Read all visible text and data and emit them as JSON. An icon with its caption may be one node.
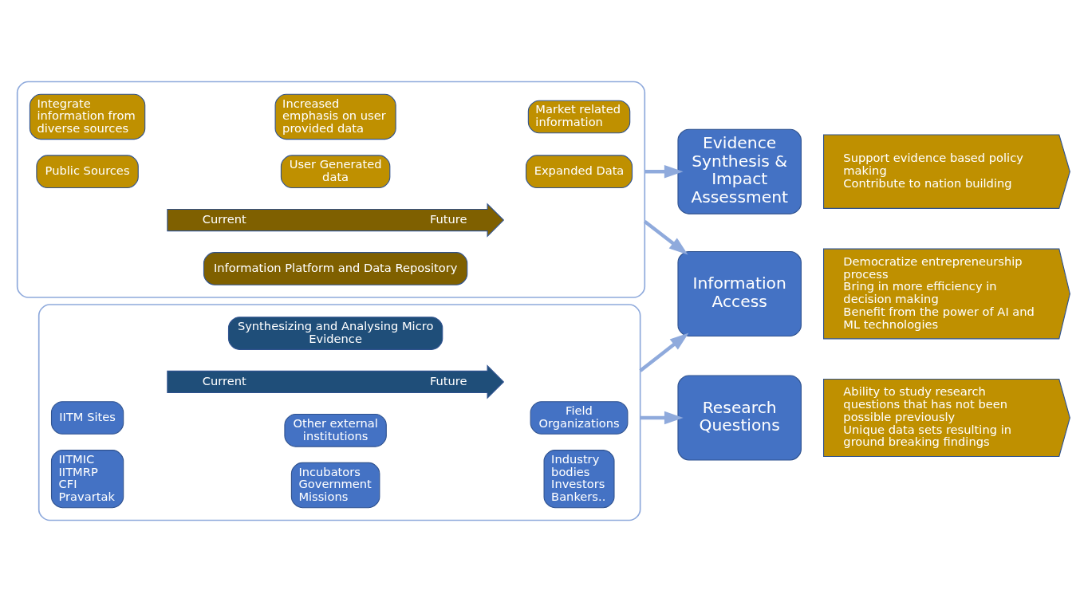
{
  "diagram": {
    "nodes": [
      {
        "text": [],
        "shape": "box"
      },
      {
        "text": [
          "Synthesizing and Analysing Micro Evidence"
        ],
        "in": 0
      },
      {
        "text": [
          "Current",
          "Future"
        ],
        "in": 0
      },
      {
        "text": [
          "IITM Sites"
        ],
        "in": 0
      },
      {
        "text": [
          "Other external institutions"
        ],
        "in": 0
      },
      {
        "text": [
          "Field Organizations"
        ],
        "in": 0
      },
      {
        "text": [
          "IITMIC",
          "IITMRP",
          "CFI",
          "Pravartak"
        ],
        "in": 0
      },
      {
        "text": [
          "Incubators",
          "Government Missions"
        ],
        "in": 0
      },
      {
        "text": [
          "Industry bodies",
          "Investors",
          "Bankers.."
        ],
        "in": 0
      },
      {
        "text": [],
        "shape": "box"
      },
      {
        "text": [
          "Integrate information from diverse sources"
        ],
        "in": 9
      },
      {
        "text": [
          "Increased emphasis on user provided data"
        ],
        "in": 9
      },
      {
        "text": [
          "Market related information"
        ],
        "in": 9
      },
      {
        "text": [
          "Public Sources"
        ],
        "in": 9
      },
      {
        "text": [
          "User Generated data"
        ],
        "in": 9
      },
      {
        "text": [
          "Expanded Data"
        ],
        "in": 9
      },
      {
        "text": [
          "Current",
          "Future"
        ],
        "in": 9
      },
      {
        "text": [
          "Information Platform and Data Repository"
        ],
        "in": 9
      },
      {
        "text": [
          "Research Questions"
        ]
      },
      {
        "text": [
          "Ability to study research questions that has not been possible previously",
          "Unique data sets resulting in ground breaking findings"
        ]
      },
      {
        "text": [
          "Information Access"
        ]
      },
      {
        "text": [
          "Democratize entrepreneurship process",
          "Bring in more efficiency in decision making",
          "Benefit from the power of AI and ML technologies"
        ]
      },
      {
        "text": [
          "Evidence Synthesis & Impact Assessment"
        ]
      },
      {
        "text": [
          "Support evidence based policy making",
          "Contribute to nation building"
        ]
      }
    ],
    "edges": [
      {
        "from": 0,
        "to": 18,
        "arrow": "to"
      },
      {
        "from": 0,
        "to": 20,
        "arrow": "to"
      },
      {
        "from": 9,
        "to": 20,
        "arrow": "to"
      },
      {
        "from": 9,
        "to": 22,
        "arrow": "to"
      }
    ]
  }
}
